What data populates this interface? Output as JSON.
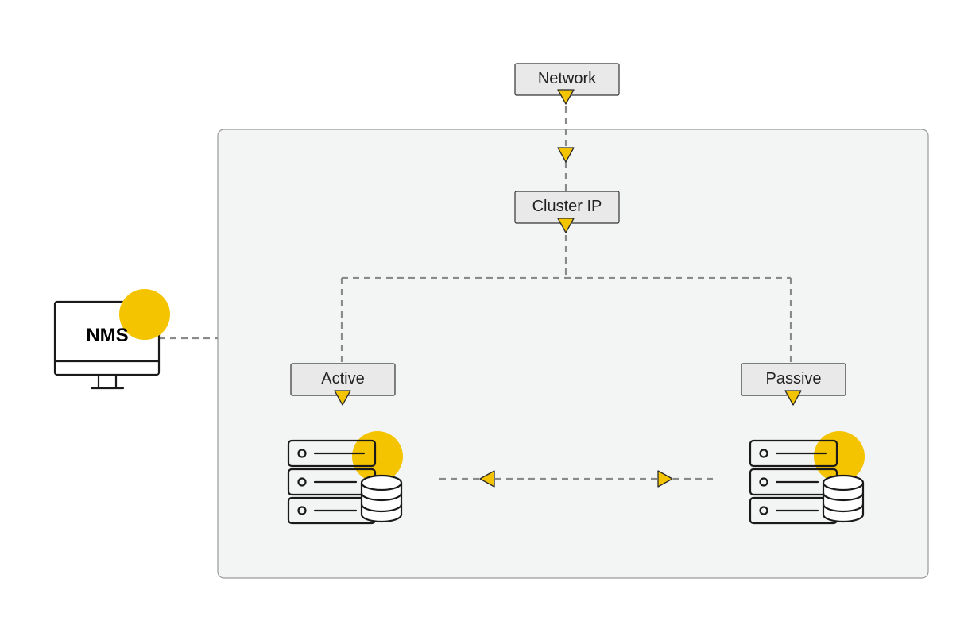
{
  "nodes": {
    "network": "Network",
    "cluster_ip": "Cluster IP",
    "active": "Active",
    "passive": "Passive",
    "nms": "NMS"
  },
  "colors": {
    "accent": "#f5c400",
    "cluster_bg": "#f3f4f4",
    "connector": "#8a8a8a",
    "box_fill": "#e9e9e9"
  },
  "icons": {
    "nms": "monitor-icon",
    "active_server": "server-database-icon",
    "passive_server": "server-database-icon"
  }
}
